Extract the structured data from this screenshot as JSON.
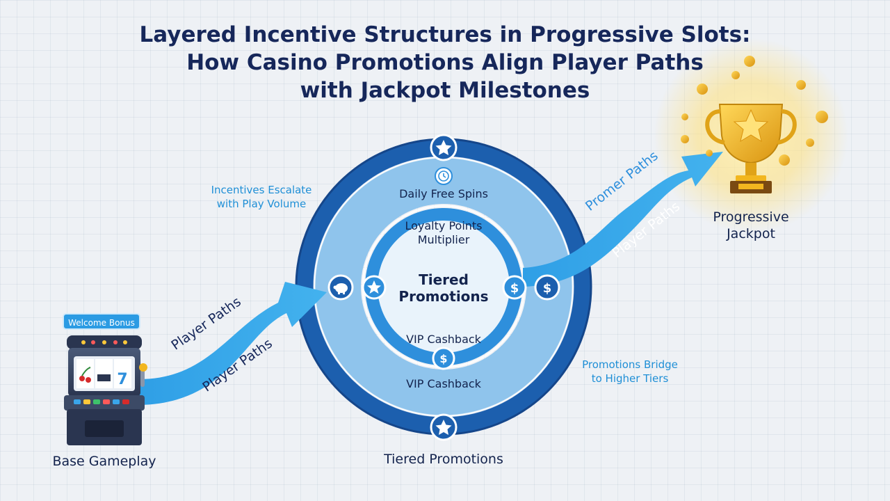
{
  "title": {
    "line1": "Layered Incentive Structures in Progressive Slots:",
    "line2": "How Casino Promotions Align Player Paths",
    "line3": "with Jackpot Milestones"
  },
  "notes": {
    "incentives_line1": "Incentives Escalate",
    "incentives_line2": "with Play Volume",
    "bridge_line1": "Promotions Bridge",
    "bridge_line2": "to Higher Tiers"
  },
  "slot": {
    "badge": "Welcome Bonus",
    "label": "Base Gameplay",
    "reel_symbol": "7"
  },
  "rings": {
    "daily_free_spins": "Daily Free Spins",
    "loyalty_line1": "Loyalty Points",
    "loyalty_line2": "Multiplier",
    "center_line1": "Tiered",
    "center_line2": "Promotions",
    "vip_inner": "VIP Cashback",
    "vip_outer": "VIP Cashback",
    "bottom_label": "Tiered Promotions"
  },
  "arrows": {
    "left_upper": "Player Paths",
    "left_lower": "Player Paths",
    "right_upper": "Promer Paths",
    "right_lower": "Player Paths"
  },
  "jackpot": {
    "line1": "Progressive",
    "line2": "Jackpot"
  },
  "icons": {
    "top_star": "star-icon",
    "clock": "clock-icon",
    "piggy": "piggy-bank-icon",
    "inner_star": "star-icon",
    "inner_dollar_right": "dollar-icon",
    "outer_dollar_right": "dollar-icon",
    "inner_dollar_bottom": "dollar-icon",
    "bottom_star": "star-icon",
    "trophy": "trophy-icon"
  },
  "colors": {
    "title": "#16275a",
    "outer_ring": "#1c5fae",
    "middle_ring": "#8fc4ec",
    "inner_ring": "#2e8fdc",
    "arrow": "#33a6e8",
    "note_text": "#1f8fd6",
    "trophy_gold": "#f2b61f"
  }
}
